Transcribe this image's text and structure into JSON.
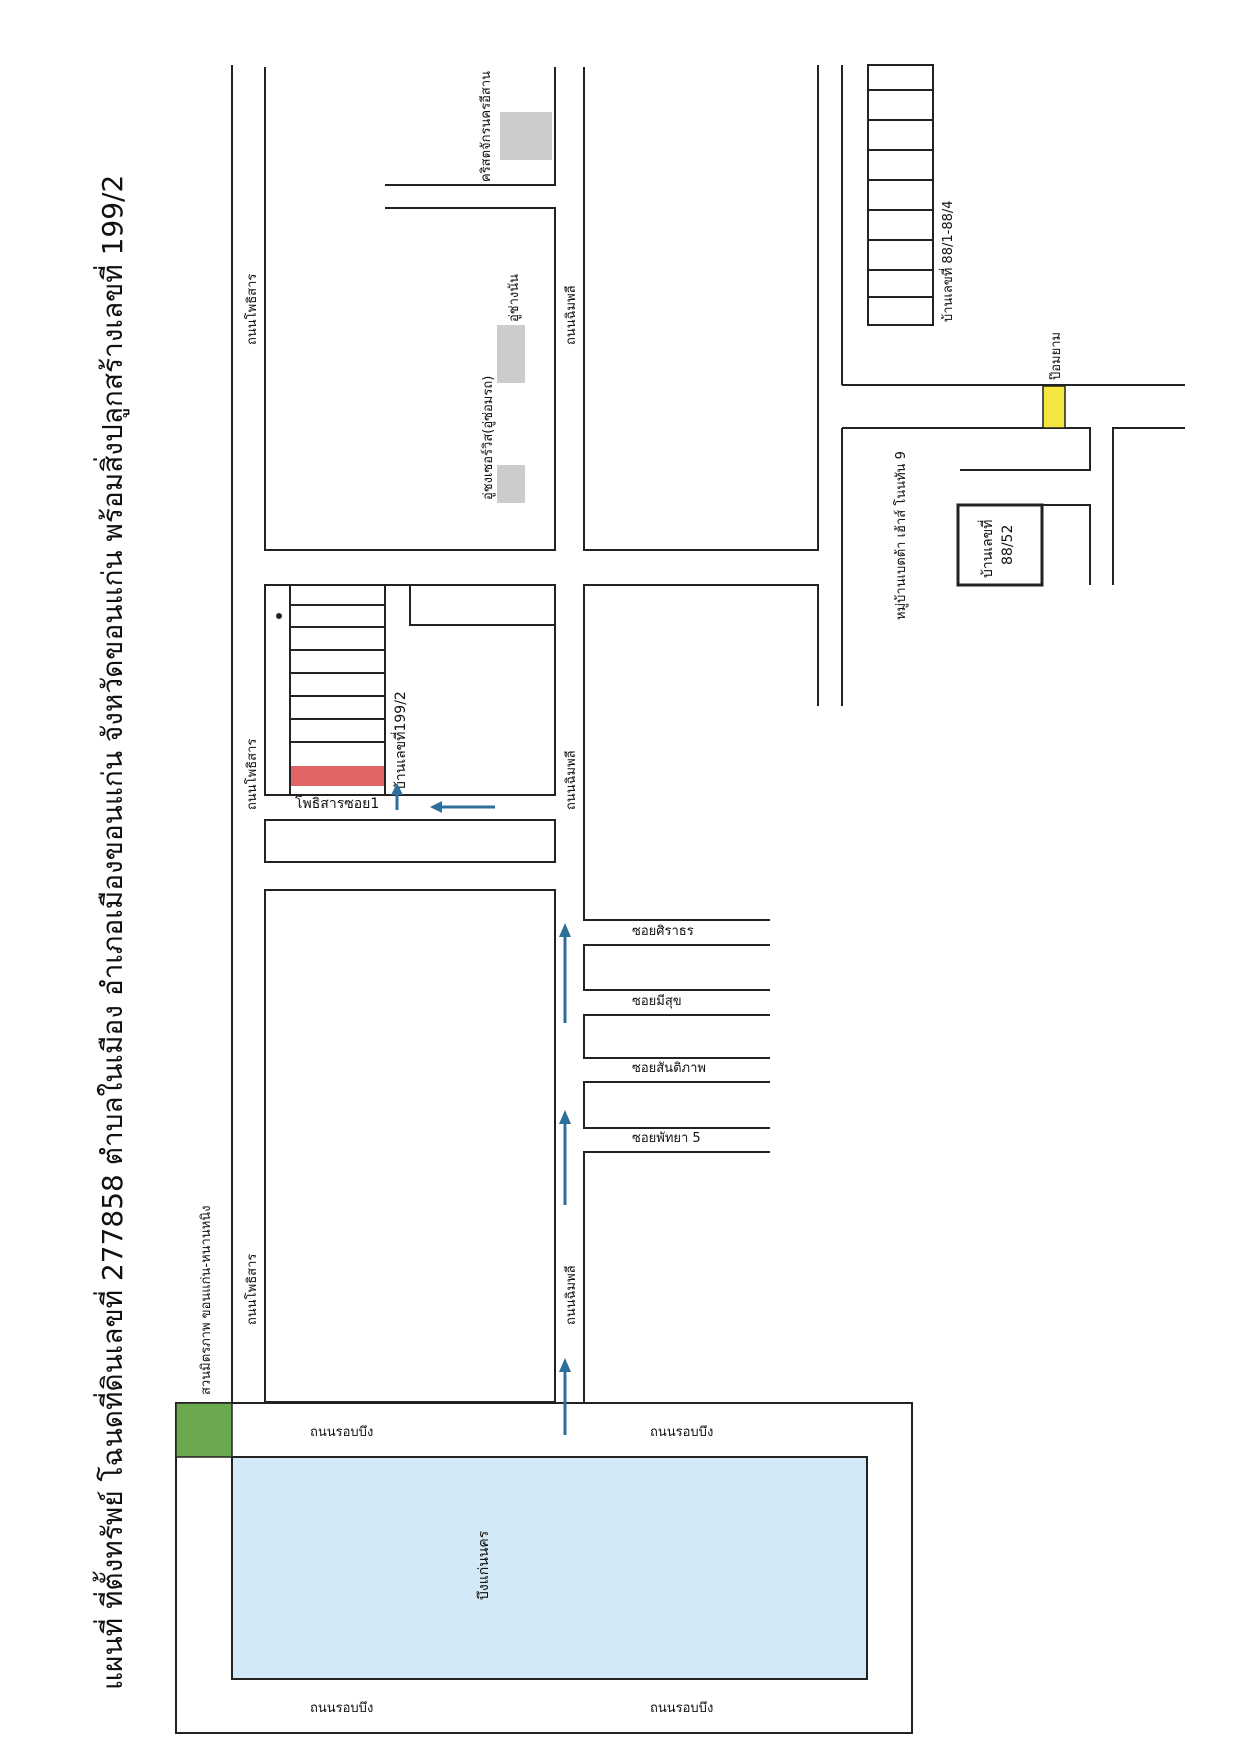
{
  "title": "แผนที่ ที่ตั้งทรัพย์ โฉนดที่ดินเลขที่ 277858 ตำบลในเมือง อำเภอเมืองขอนแก่น จังหวัดขอนแก่น พร้อมสิ่งปลูกสร้างเลขที่ 199/2",
  "roads": {
    "phosarn": "ถนนโพธิสาร",
    "chimphli": "ถนนฉิมพลี",
    "rob_bueng": "ถนนรอบบึง",
    "phosarn_soi1": "โพธิสารซอย1"
  },
  "sois": {
    "sirathon": "ซอยศิราธร",
    "misuk": "ซอยมีสุข",
    "santiphap": "ซอยสันติภาพ",
    "phatthaya5": "ซอยพัทยา 5"
  },
  "places": {
    "park": "สวนมิตรภาพ ขอนแก่น-หนานหนิง",
    "lake": "บึงแก่นนคร",
    "church": "คริสตจักรนครอีสาน",
    "garage1": "อู่ชงเซอร์วิส(อู่ซ่อมรถ)",
    "garage2": "อู่ช่างนัน",
    "target_house": "บ้านเลขที่199/2",
    "houses_88": "บ้านเลขที่ 88/1-88/4",
    "village": "หมู่บ้านเบตต้า เฮ้าส์ โนนทัน 9",
    "house_88_52_line1": "บ้านเลขที่",
    "house_88_52_line2": "88/52",
    "gas_station": "ป๊อมยาม"
  },
  "colors": {
    "lake": "#d4e9f7",
    "park": "#6aa84f",
    "target": "#e06666",
    "guard": "#f5e642",
    "building": "#cccccc",
    "arrow": "#2b6f9a"
  }
}
